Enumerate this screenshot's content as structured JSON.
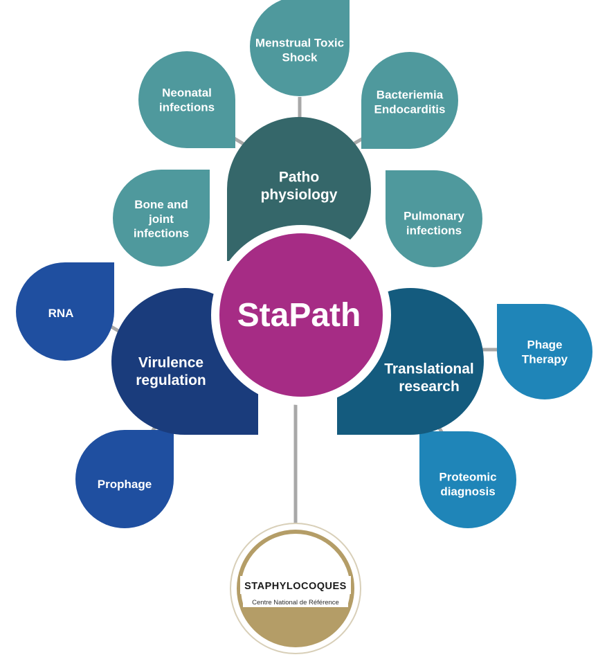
{
  "center": {
    "label": "StaPath",
    "color": "#a62c85"
  },
  "hubs": [
    {
      "id": "patho",
      "lines": [
        "Patho",
        "physiology"
      ],
      "color": "#35676a"
    },
    {
      "id": "virulence",
      "lines": [
        "Virulence",
        "regulation"
      ],
      "color": "#1a3c7c"
    },
    {
      "id": "translational",
      "lines": [
        "Translational",
        "research"
      ],
      "color": "#145b7e"
    }
  ],
  "leaves": [
    {
      "id": "menstrual-toxic-shock",
      "lines": [
        "Menstrual Toxic",
        "Shock"
      ],
      "color": "#4f999d"
    },
    {
      "id": "neonatal-infections",
      "lines": [
        "Neonatal",
        "infections"
      ],
      "color": "#4f999d"
    },
    {
      "id": "bacteriemia-endocarditis",
      "lines": [
        "Bacteriemia",
        "Endocarditis"
      ],
      "color": "#4f999d"
    },
    {
      "id": "bone-and-joint-infections",
      "lines": [
        "Bone and",
        "joint",
        "infections"
      ],
      "color": "#4f999d"
    },
    {
      "id": "pulmonary-infections",
      "lines": [
        "Pulmonary",
        "infections"
      ],
      "color": "#4f999d"
    },
    {
      "id": "rna",
      "lines": [
        "RNA"
      ],
      "color": "#1f4fa0"
    },
    {
      "id": "prophage",
      "lines": [
        "Prophage"
      ],
      "color": "#1f4fa0"
    },
    {
      "id": "phage-therapy",
      "lines": [
        "Phage",
        "Therapy"
      ],
      "color": "#1f85b8"
    },
    {
      "id": "proteomic-diagnosis",
      "lines": [
        "Proteomic",
        "diagnosis"
      ],
      "color": "#1f85b8"
    }
  ],
  "logo": {
    "title": "STAPHYLOCOQUES",
    "subtitle": "Centre National de Référence",
    "ring_color": "#b49d67",
    "fill_color": "#b49d67"
  },
  "connector_color": "#a8a8a8"
}
